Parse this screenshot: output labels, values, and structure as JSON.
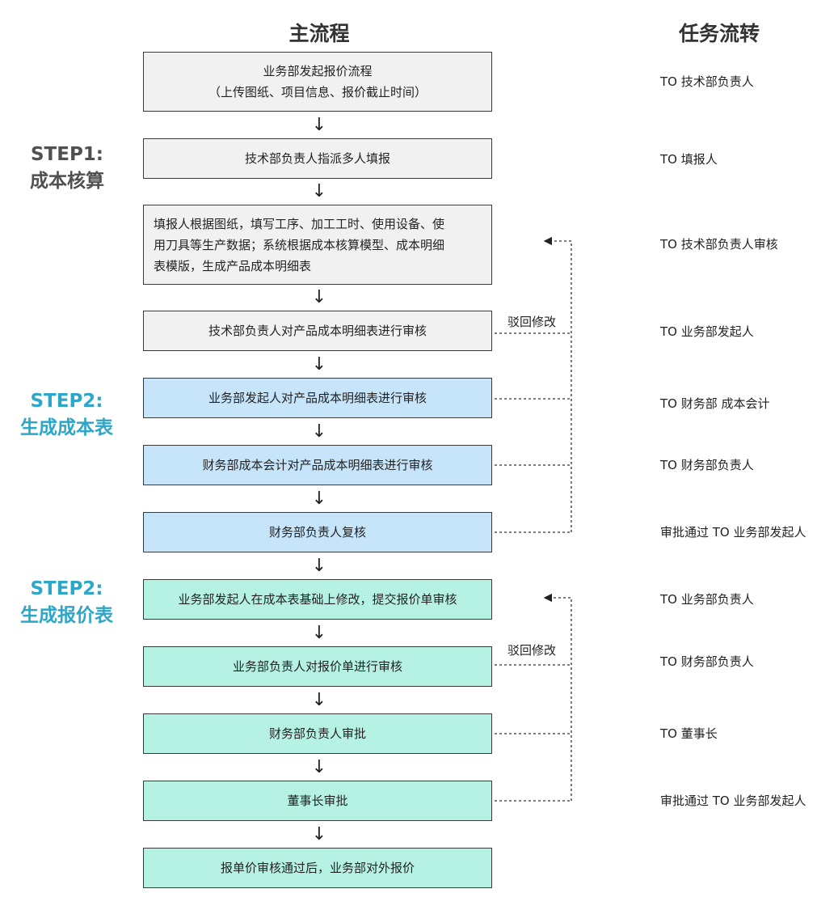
{
  "headers": {
    "main": "主流程",
    "task": "任务流转"
  },
  "steps": [
    {
      "line1": "STEP1:",
      "line2": "成本核算"
    },
    {
      "line1": "STEP2:",
      "line2": "生成成本表"
    },
    {
      "line1": "STEP2:",
      "line2": "生成报价表"
    }
  ],
  "arrow_glyph": "↓",
  "reject_label": "驳回修改",
  "boxes": [
    {
      "text": "业务部发起报价流程\n（上传图纸、项目信息、报价截止时间）",
      "task": "TO 技术部负责人"
    },
    {
      "text": "技术部负责人指派多人填报",
      "task": "TO 填报人"
    },
    {
      "text": "填报人根据图纸，填写工序、加工工时、使用设备、使\n用刀具等生产数据；系统根据成本核算模型、成本明细\n表模版，生成产品成本明细表",
      "task": "TO 技术部负责人审核"
    },
    {
      "text": "技术部负责人对产品成本明细表进行审核",
      "task": "TO 业务部发起人"
    },
    {
      "text": "业务部发起人对产品成本明细表进行审核",
      "task": "TO 财务部 成本会计"
    },
    {
      "text": "财务部成本会计对产品成本明细表进行审核",
      "task": "TO 财务部负责人"
    },
    {
      "text": "财务部负责人复核",
      "task": "审批通过 TO 业务部发起人"
    },
    {
      "text": "业务部发起人在成本表基础上修改，提交报价单审核",
      "task": "TO 业务部负责人"
    },
    {
      "text": "业务部负责人对报价单进行审核",
      "task": "TO 财务部负责人"
    },
    {
      "text": "财务部负责人审批",
      "task": "TO 董事长"
    },
    {
      "text": "董事长审批",
      "task": "审批通过 TO 业务部发起人"
    },
    {
      "text": "报单价审核通过后，业务部对外报价",
      "task": ""
    }
  ]
}
